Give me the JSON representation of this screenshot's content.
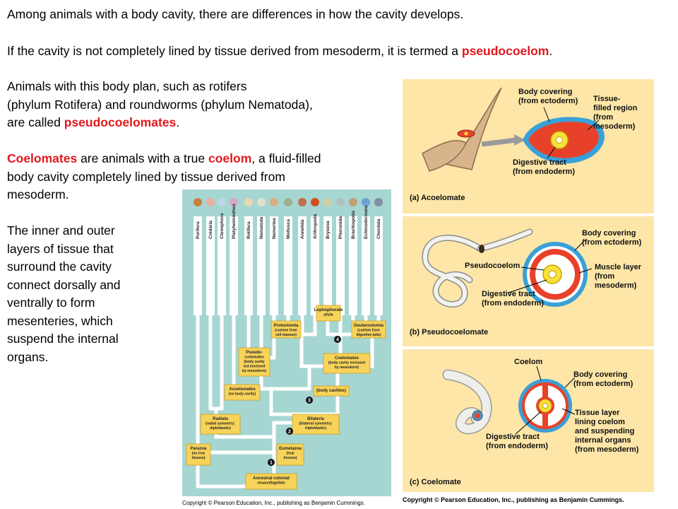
{
  "text": {
    "p1": "Among animals with a body cavity, there are differences in how the cavity develops.",
    "p2_before": "If the cavity is not completely lined by tissue derived from mesoderm, it is termed a ",
    "p2_term": "pseudocoelom",
    "p2_after": ".",
    "p3_line1": "Animals with this body plan, such as rotifers",
    "p3_line2": "(phylum Rotifera) and roundworms (phylum Nematoda),",
    "p3_line3_before": "are called ",
    "p3_term": "pseudocoelomates",
    "p3_after": ".",
    "p4_term1": "Coelomates",
    "p4_mid1": " are animals with a true ",
    "p4_term2": "coelom",
    "p4_rest1": ", a fluid-filled",
    "p4_line2": "body cavity completely lined by tissue derived from",
    "p4_line3": "mesoderm.",
    "p5_lines": [
      "The inner and outer",
      "layers of tissue that",
      "surround the cavity",
      "connect dorsally and",
      "ventrally to form",
      "mesenteries, which",
      "suspend the internal",
      "organs."
    ]
  },
  "tree": {
    "phyla": [
      "Porifera",
      "Cnidaria",
      "Ctenophora",
      "Platyhelminthes",
      "Rotifera",
      "Nematoda",
      "Nemertea",
      "Mollusca",
      "Annelida",
      "Arthropoda",
      "Bryozoa",
      "Phoronida",
      "Brachiopoda",
      "Echinodermata",
      "Chordata"
    ],
    "boxes": {
      "lophophorate": [
        "Lophophorate",
        "phyla"
      ],
      "protostomia": [
        "Protostomia",
        "(coelom from",
        "cell masses)"
      ],
      "deuterostomia": [
        "Deuterostomia",
        "(coelom from",
        "digestive tube)"
      ],
      "pseudocoelomates": [
        "Pseudo-",
        "coelomates",
        "(body cavity",
        "not enclosed",
        "by mesoderm)"
      ],
      "coelomates": [
        "Coelomates",
        "(body cavity enclosed",
        "by mesoderm)"
      ],
      "acoelomates": [
        "Acoelomates",
        "(no body cavity)"
      ],
      "body_cavities": [
        "(body cavities)"
      ],
      "radiata": [
        "Radiata",
        "(radial symmetry;",
        "diploblastic)"
      ],
      "bilateria": [
        "Bilateria",
        "(bilateral symmetry;",
        "triploblastic)"
      ],
      "parazoa": [
        "Parazoa",
        "(no true",
        "tissues)"
      ],
      "eumetazoa": [
        "Eumetazoa",
        "(true",
        "tissues)"
      ],
      "ancestral": [
        "Ancestral colonial",
        "choanoflagellate"
      ]
    },
    "node_numbers": [
      "1",
      "2",
      "3",
      "4"
    ],
    "copyright": "Copyright © Pearson Education, Inc., publishing as Benjamin Cummings."
  },
  "panels": {
    "a": {
      "caption": "(a) Acoelomate",
      "body_covering": [
        "Body covering",
        "(from ectoderm)"
      ],
      "tissue_filled": [
        "Tissue-",
        "filled region",
        "(from",
        "mesoderm)"
      ],
      "digestive": [
        "Digestive tract",
        "(from endoderm)"
      ]
    },
    "b": {
      "caption": "(b) Pseudocoelomate",
      "body_covering": [
        "Body covering",
        "(from ectoderm)"
      ],
      "pseudocoelom": "Pseudocoelom",
      "muscle": [
        "Muscle layer",
        "(from",
        "mesoderm)"
      ],
      "digestive": [
        "Digestive tract",
        "(from endoderm)"
      ]
    },
    "c": {
      "caption": "(c) Coelomate",
      "coelom": "Coelom",
      "body_covering": [
        "Body covering",
        "(from ectoderm)"
      ],
      "tissue_layer": [
        "Tissue layer",
        "lining coelom",
        "and suspending",
        "internal organs",
        "(from mesoderm)"
      ],
      "digestive": [
        "Digestive tract",
        "(from endoderm)"
      ]
    },
    "copyright": "Copyright © Pearson Education, Inc., publishing as Benjamin Cummings."
  },
  "colors": {
    "highlight_red": "#e0191e",
    "tree_bg": "#a6d6d2",
    "label_box": "#f7d35a",
    "panel_bg": "#fde6a8",
    "ectoderm_blue": "#3aa0d8",
    "mesoderm_red": "#e8412a",
    "endoderm_yellow": "#f6e13a"
  }
}
